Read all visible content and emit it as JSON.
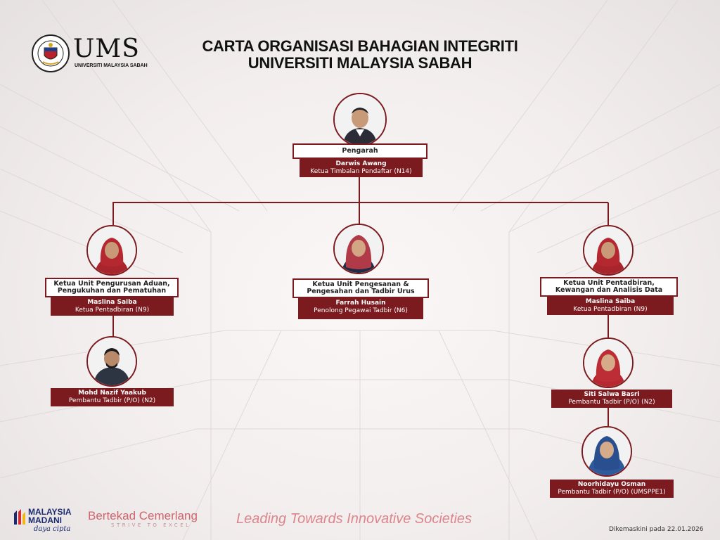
{
  "header": {
    "logo_text": "UMS",
    "logo_subtitle": "UNIVERSITI MALAYSIA SABAH",
    "title_line1": "CARTA ORGANISASI BAHAGIAN INTEGRITI",
    "title_line2": "UNIVERSITI MALAYSIA SABAH"
  },
  "org": {
    "head": {
      "role": "Pengarah",
      "name": "Darwis Awang",
      "position": "Ketua Timbalan Pendaftar (N14)"
    },
    "units": [
      {
        "role": "Ketua Unit Pengurusan Aduan, Pengukuhan dan Pematuhan",
        "name": "Maslina Saiba",
        "position": "Ketua Pentadbiran (N9)",
        "staff": [
          {
            "name": "Mohd Nazif Yaakub",
            "position": "Pembantu Tadbir (P/O) (N2)"
          }
        ]
      },
      {
        "role": "Ketua Unit Pengesanan & Pengesahan dan Tadbir Urus",
        "name": "Farrah Husain",
        "position": "Penolong Pegawai Tadbir (N6)",
        "staff": []
      },
      {
        "role": "Ketua Unit Pentadbiran, Kewangan dan Analisis Data",
        "name": "Maslina Saiba",
        "position": "Ketua Pentadbiran (N9)",
        "staff": [
          {
            "name": "Siti Salwa Basri",
            "position": "Pembantu Tadbir (P/O) (N2)"
          },
          {
            "name": "Noorhidayu Osman",
            "position": "Pembantu Tadbir (P/O) (UMSPPE1)"
          }
        ]
      }
    ]
  },
  "footer": {
    "madani_word1": "MALAYSIA",
    "madani_word2": "MADANI",
    "madani_script": "daya cipta",
    "bertekad": "Bertekad Cemerlang",
    "strive": "STRIVE TO EXCEL",
    "tagline": "Leading Towards Innovative Societies",
    "updated": "Dikemaskini pada 22.01.2026"
  },
  "colors": {
    "accent": "#7b1b1f",
    "tagline": "#dc858c",
    "madani_blue": "#1c2b6e"
  },
  "icons": {
    "seal": "ums-seal-logo",
    "madani": "malaysia-madani-logo",
    "portrait": "person-portrait-icon"
  }
}
